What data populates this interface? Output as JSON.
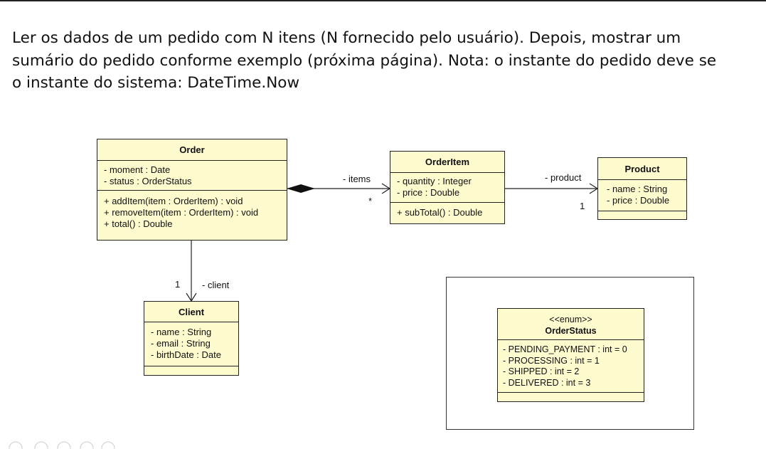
{
  "intro": {
    "line1": "Ler os dados de um pedido com N itens (N fornecido pelo usuário). Depois, mostrar um",
    "line2": "sumário do pedido conforme exemplo (próxima página). Nota: o instante do pedido deve se",
    "line3": "o instante do sistema: DateTime.Now"
  },
  "classes": {
    "order": {
      "name": "Order",
      "attributes": [
        "- moment : Date",
        "- status : OrderStatus"
      ],
      "methods": [
        "+ addItem(item : OrderItem) : void",
        "+ removeItem(item : OrderItem) : void",
        "+ total() : Double"
      ]
    },
    "orderItem": {
      "name": "OrderItem",
      "attributes": [
        "- quantity : Integer",
        "- price : Double"
      ],
      "methods": [
        "+ subTotal() : Double"
      ]
    },
    "product": {
      "name": "Product",
      "attributes": [
        "- name : String",
        "- price : Double"
      ]
    },
    "client": {
      "name": "Client",
      "attributes": [
        "- name : String",
        "- email : String",
        "- birthDate : Date"
      ]
    },
    "orderStatus": {
      "stereotype": "<<enum>>",
      "name": "OrderStatus",
      "literals": [
        "- PENDING_PAYMENT : int = 0",
        "- PROCESSING : int = 1",
        "- SHIPPED : int = 2",
        "- DELIVERED : int = 3"
      ]
    }
  },
  "associations": {
    "items": {
      "role": "- items",
      "multiplicity": "*"
    },
    "product": {
      "role": "- product",
      "multiplicity": "1"
    },
    "client": {
      "role": "- client",
      "multiplicity": "1"
    }
  }
}
